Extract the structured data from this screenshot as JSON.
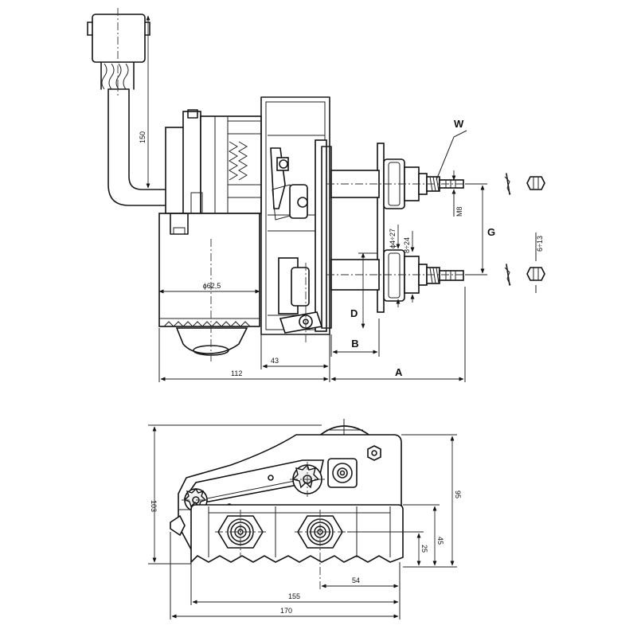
{
  "views": {
    "side": {
      "dims": {
        "cable": "150",
        "motor_dia": "ϕ62,5",
        "total": "112",
        "gear": "43",
        "m8": "M8",
        "hole1": "ϕ4÷27",
        "hole2": "8÷24",
        "washer": "6÷13"
      },
      "letters": {
        "w": "W",
        "g": "G",
        "d": "D",
        "b": "B",
        "a": "A"
      }
    },
    "front": {
      "dims": {
        "height": "103",
        "h95": "95",
        "h45": "45",
        "h25": "25",
        "w54": "54",
        "w155": "155",
        "w170": "170"
      }
    }
  }
}
